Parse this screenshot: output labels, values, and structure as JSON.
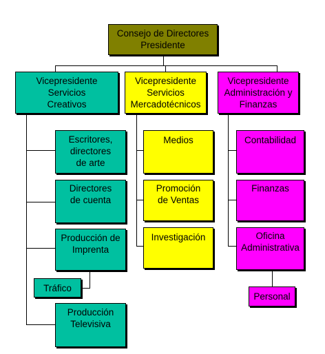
{
  "colors": {
    "board": "#808000",
    "creative": "#00c0a0",
    "marketing": "#ffff00",
    "admin": "#ff00ff"
  },
  "board": {
    "lines": [
      "Consejo de Directores",
      "Presidente"
    ]
  },
  "vp_creative": {
    "lines": [
      "Vicepresidente",
      "Servicios",
      "Creativos"
    ],
    "children": [
      {
        "lines": [
          "Escritores,",
          "directores",
          "de arte"
        ]
      },
      {
        "lines": [
          "Directores",
          "de cuenta"
        ]
      },
      {
        "lines": [
          "Producción de",
          "Imprenta"
        ]
      },
      {
        "lines": [
          "Producción",
          "Televisiva"
        ]
      }
    ],
    "traffic": {
      "lines": [
        "Tráfico"
      ]
    }
  },
  "vp_marketing": {
    "lines": [
      "Vicepresidente",
      "Servicios",
      "Mercadotécnicos"
    ],
    "children": [
      {
        "lines": [
          "Medios"
        ]
      },
      {
        "lines": [
          "Promoción",
          "de Ventas"
        ]
      },
      {
        "lines": [
          "Investigación"
        ]
      }
    ]
  },
  "vp_admin": {
    "lines": [
      "Vicepresidente",
      "Administración y",
      "Finanzas"
    ],
    "children": [
      {
        "lines": [
          "Contabilidad"
        ]
      },
      {
        "lines": [
          "Finanzas"
        ]
      },
      {
        "lines": [
          "Oficina",
          "Administrativa"
        ]
      }
    ],
    "staff": {
      "lines": [
        "Personal"
      ]
    }
  }
}
